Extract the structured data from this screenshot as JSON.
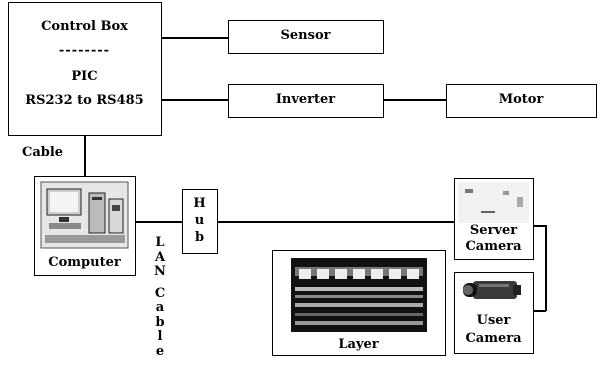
{
  "control_box": {
    "title": "Control Box",
    "divider": "--------",
    "line1": "PIC",
    "line2": "RS232 to RS485"
  },
  "sensor": "Sensor",
  "inverter": "Inverter",
  "motor": "Motor",
  "cable": "Cable",
  "computer": "Computer",
  "hub": [
    "H",
    "u",
    "b"
  ],
  "lan_cable": [
    "L",
    "A",
    "N",
    "",
    "C",
    "a",
    "b",
    "l",
    "e"
  ],
  "layer": "Layer",
  "server_camera": [
    "Server",
    "Camera"
  ],
  "user_camera": [
    "User",
    "Camera"
  ]
}
